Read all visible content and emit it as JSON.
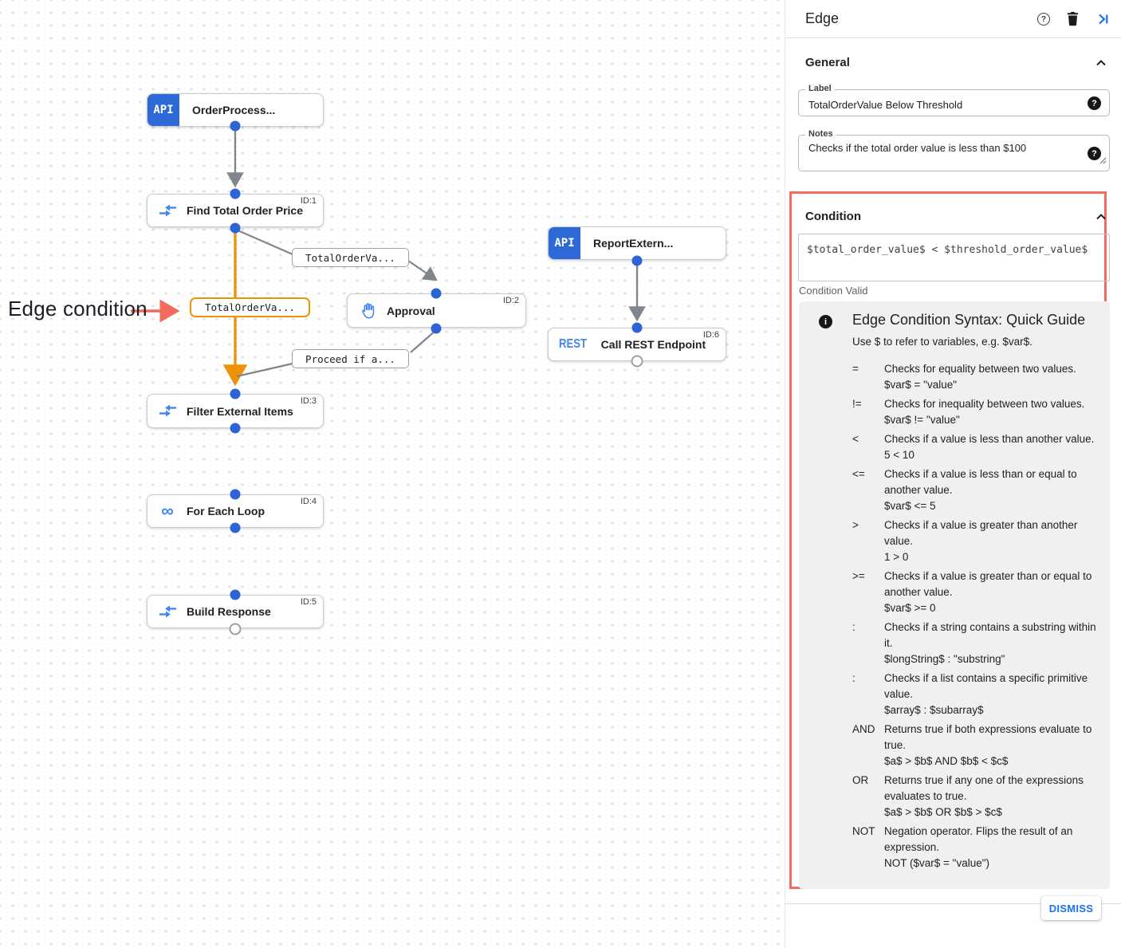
{
  "canvas": {
    "annotation": {
      "text": "Edge condition"
    },
    "nodes": [
      {
        "id": "",
        "title": "OrderProcess...",
        "badge": "API"
      },
      {
        "id": "ID:1",
        "title": "Find Total Order Price"
      },
      {
        "id": "ID:2",
        "title": "Approval"
      },
      {
        "id": "",
        "title": "ReportExtern...",
        "badge": "API"
      },
      {
        "id": "ID:6",
        "title": "Call REST Endpoint",
        "badge": "REST"
      },
      {
        "id": "ID:3",
        "title": "Filter External Items"
      },
      {
        "id": "ID:4",
        "title": "For Each Loop"
      },
      {
        "id": "ID:5",
        "title": "Build Response"
      }
    ],
    "edge_labels": [
      {
        "text": "TotalOrderVa..."
      },
      {
        "text": "TotalOrderVa..."
      },
      {
        "text": "Proceed if a..."
      }
    ]
  },
  "panel": {
    "title": "Edge",
    "general_section": "General",
    "condition_section": "Condition",
    "label_field": {
      "label": "Label",
      "value": "TotalOrderValue Below Threshold"
    },
    "notes_field": {
      "label": "Notes",
      "value": "Checks if the total order value is less than $100"
    },
    "condition_value": "$total_order_value$ < $threshold_order_value$",
    "condition_status": "Condition Valid",
    "guide": {
      "title": "Edge Condition Syntax: Quick Guide",
      "subtitle": "Use $ to refer to variables, e.g. $var$.",
      "rows": [
        {
          "op": "=",
          "desc": "Checks for equality between two values.",
          "example": "$var$ = \"value\""
        },
        {
          "op": "!=",
          "desc": "Checks for inequality between two values.",
          "example": "$var$ != \"value\""
        },
        {
          "op": "<",
          "desc": "Checks if a value is less than another value.",
          "example": "5 < 10"
        },
        {
          "op": "<=",
          "desc": "Checks if a value is less than or equal to another value.",
          "example": "$var$ <= 5"
        },
        {
          "op": ">",
          "desc": "Checks if a value is greater than another value.",
          "example": "1 > 0"
        },
        {
          "op": ">=",
          "desc": "Checks if a value is greater than or equal to another value.",
          "example": "$var$ >= 0"
        },
        {
          "op": ":",
          "desc": "Checks if a string contains a substring within it.",
          "example": "$longString$ : \"substring\""
        },
        {
          "op": ":",
          "desc": "Checks if a list contains a specific primitive value.",
          "example": "$array$ : $subarray$"
        },
        {
          "op": "AND",
          "desc": "Returns true if both expressions evaluate to true.",
          "example": "$a$ > $b$ AND $b$ < $c$"
        },
        {
          "op": "OR",
          "desc": "Returns true if any one of the expressions evaluates to true.",
          "example": "$a$ > $b$ OR $b$ > $c$"
        },
        {
          "op": "NOT",
          "desc": "Negation operator. Flips the result of an expression.",
          "example": "NOT ($var$ = \"value\")"
        }
      ]
    },
    "dismiss_label": "DISMISS"
  },
  "icons": {
    "help_glyph": "?",
    "info_glyph": "i",
    "loop_glyph": "∞"
  },
  "colors": {
    "edge_orange": "#ee9309",
    "highlight_red": "#f26b5c",
    "node_blue": "#2e6ad7",
    "icon_blue": "#4285f4",
    "accent_blue": "#1a73e8"
  }
}
